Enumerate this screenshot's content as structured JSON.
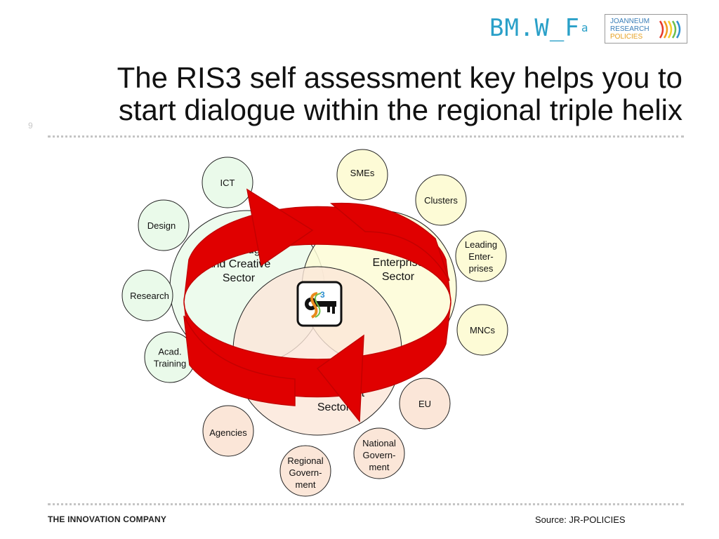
{
  "header": {
    "logo_bmwf": "BM.W_F",
    "logo_bmwf_sup": "a",
    "logo_jr_lines": [
      "JOANNEUM",
      "RESEARCH",
      "POLICIES"
    ],
    "title_lines": [
      "The RIS3 self assessment key helps you to",
      "start dialogue within the regional triple helix"
    ],
    "slide_number": "9"
  },
  "diagram": {
    "sectors": [
      {
        "lines": [
          "Knowledge",
          "and Creative",
          "Sector"
        ],
        "fill": "#eafaea"
      },
      {
        "lines": [
          "Enterprise",
          "Sector"
        ],
        "fill": "#fdfbd6"
      },
      {
        "lines": [
          "Government",
          "Sector"
        ],
        "fill": "#fbe6d8"
      }
    ],
    "satellites": [
      {
        "lines": [
          "ICT"
        ],
        "group": "knowledge"
      },
      {
        "lines": [
          "Design"
        ],
        "group": "knowledge"
      },
      {
        "lines": [
          "Research"
        ],
        "group": "knowledge"
      },
      {
        "lines": [
          "Acad.",
          "Training"
        ],
        "group": "knowledge"
      },
      {
        "lines": [
          "SMEs"
        ],
        "group": "enterprise"
      },
      {
        "lines": [
          "Clusters"
        ],
        "group": "enterprise"
      },
      {
        "lines": [
          "Leading",
          "Enter-",
          "prises"
        ],
        "group": "enterprise"
      },
      {
        "lines": [
          "MNCs"
        ],
        "group": "enterprise"
      },
      {
        "lines": [
          "EU"
        ],
        "group": "government"
      },
      {
        "lines": [
          "National",
          "Govern-",
          "ment"
        ],
        "group": "government"
      },
      {
        "lines": [
          "Regional",
          "Govern-",
          "ment"
        ],
        "group": "government"
      },
      {
        "lines": [
          "Agencies"
        ],
        "group": "government"
      }
    ],
    "group_colors": {
      "knowledge": "#eafaea",
      "enterprise": "#fdfbd6",
      "government": "#fbe6d8"
    },
    "key_icon_label": "3",
    "arrow_color": "#e00000"
  },
  "footer": {
    "company": "THE INNOVATION COMPANY",
    "source": "Source: JR-POLICIES"
  }
}
